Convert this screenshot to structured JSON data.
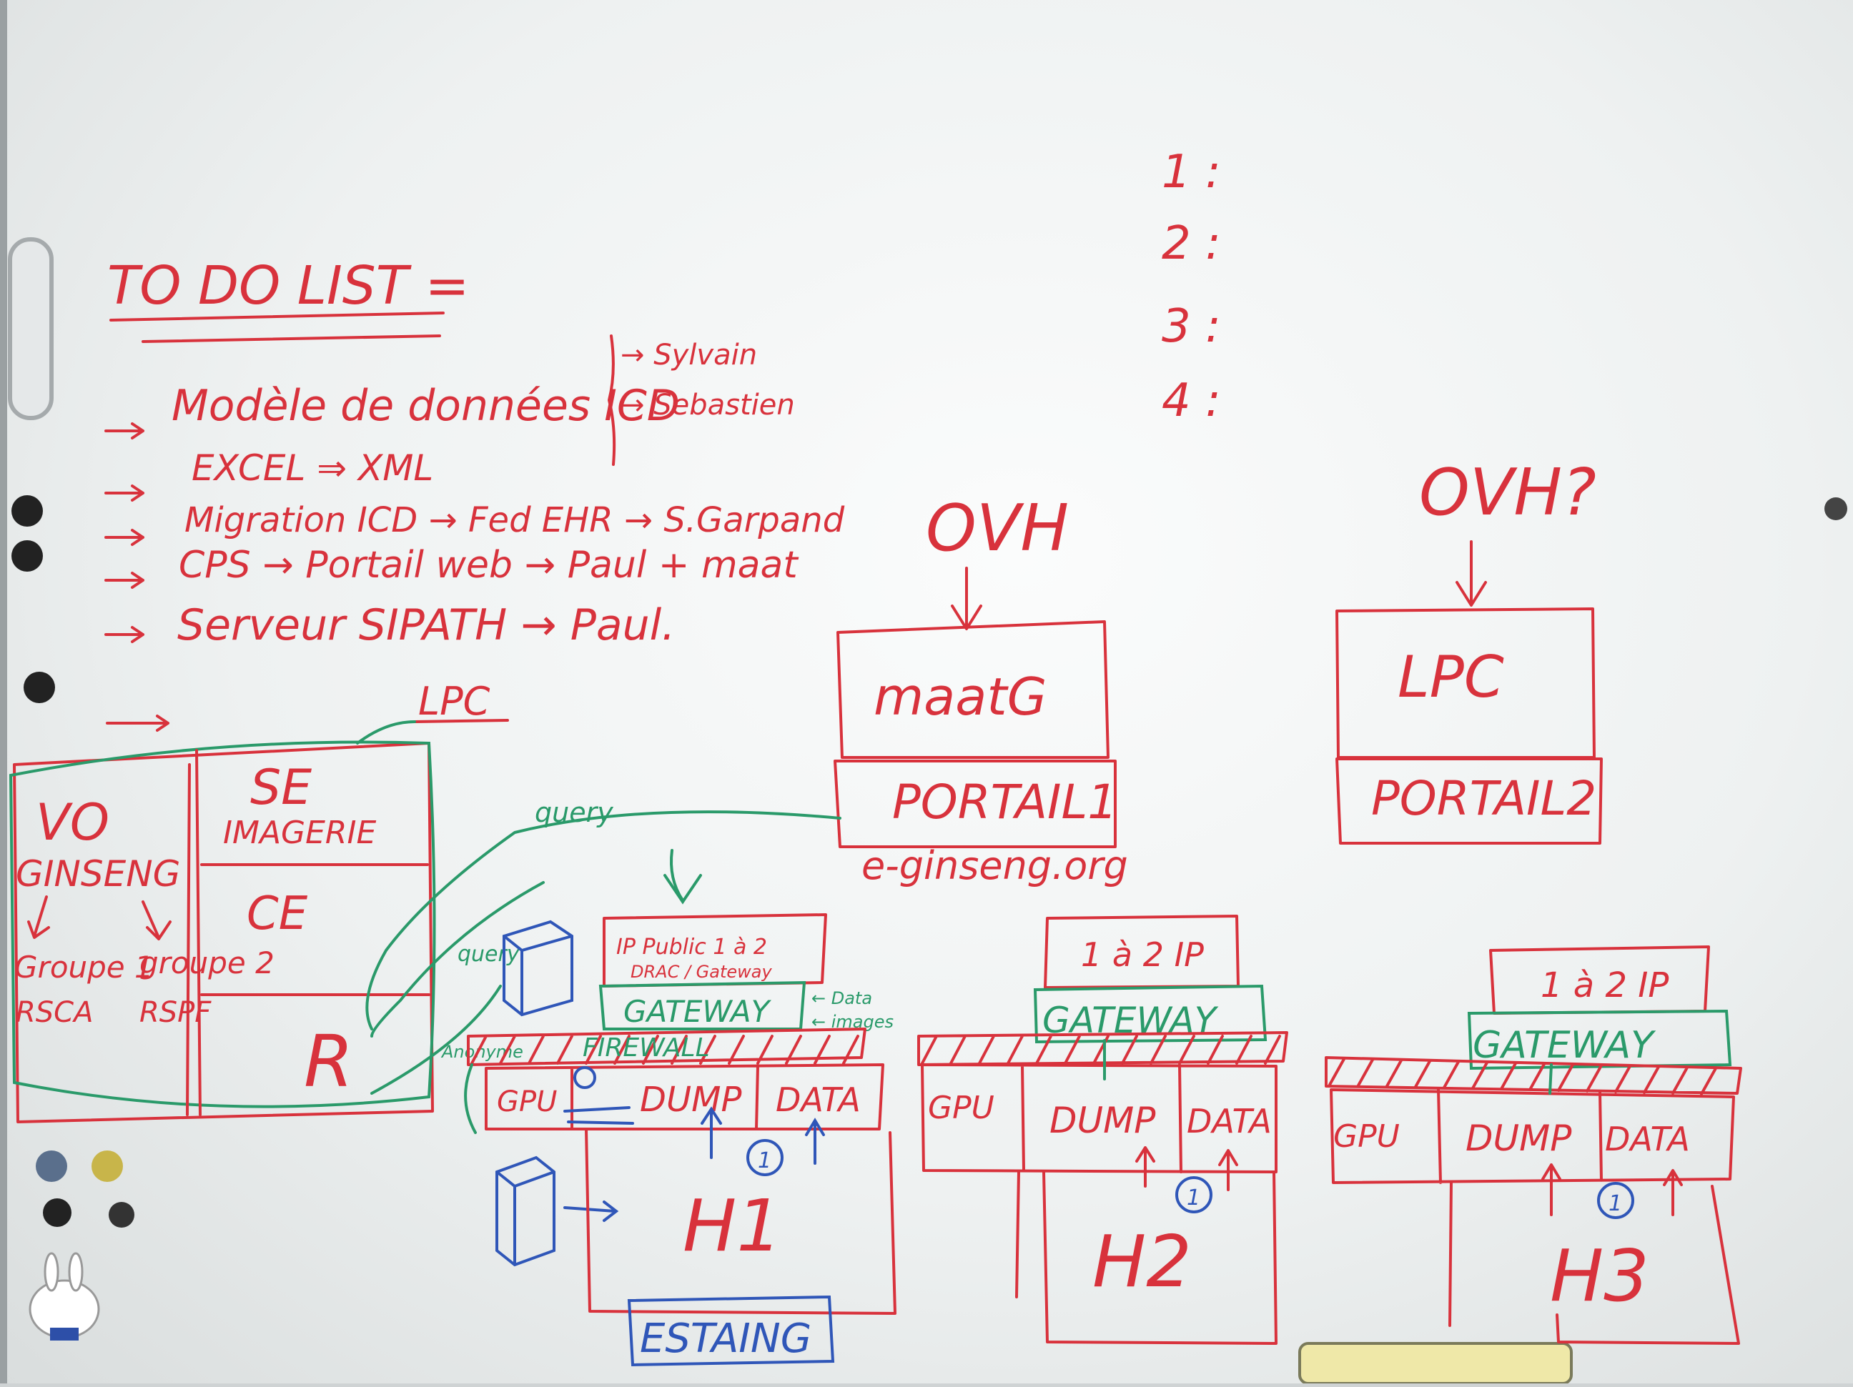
{
  "todo": {
    "title": "TO DO LIST =",
    "items": [
      "Modèle de données ICD",
      "EXCEL ⇒ XML",
      "Migration ICD → Fed EHR → S.Garpand",
      "CPS → Portail web → Paul + maat",
      "Serveur SIPATH → Paul."
    ],
    "assignees": [
      "→ Sylvain",
      "→ Sebastien"
    ]
  },
  "numbered": [
    "1 :",
    "2 :",
    "3 :",
    "4 :"
  ],
  "ovh_left": {
    "label": "OVH",
    "box_top": "maatG",
    "box_bottom": "PORTAIL1",
    "url": "e-ginseng.org"
  },
  "ovh_right": {
    "label": "OVH?",
    "box_top": "LPC",
    "box_bottom": "PORTAIL2"
  },
  "lpc_left": {
    "label": "LPC",
    "vo": "VO",
    "ginseng": "GINSENG",
    "groupe1": "Groupe 1",
    "groupe2": "groupe 2",
    "rsca": "RSCA",
    "rspf": "RSPF",
    "se": "SE",
    "imagerie": "IMAGERIE",
    "ce": "CE",
    "r": "R"
  },
  "query_labels": [
    "query",
    "query",
    "Anonyme"
  ],
  "h1": {
    "ip": "IP Public 1 à 2",
    "drac": "DRAC / Gateway",
    "gateway": "GATEWAY",
    "firewall": "FIREWALL",
    "gpu": "GPU",
    "dump": "DUMP",
    "data": "DATA",
    "host": "H1",
    "site": "ESTAING",
    "notes": [
      "← Data",
      "← images"
    ],
    "marker": "1"
  },
  "h2": {
    "ip": "1 à 2 IP",
    "gateway": "GATEWAY",
    "gpu": "GPU",
    "dump": "DUMP",
    "data": "DATA",
    "host": "H2",
    "marker": "1"
  },
  "h3": {
    "ip": "1 à 2 IP",
    "gateway": "GATEWAY",
    "gpu": "GPU",
    "dump": "DUMP",
    "data": "DATA",
    "host": "H3",
    "marker": "1"
  }
}
